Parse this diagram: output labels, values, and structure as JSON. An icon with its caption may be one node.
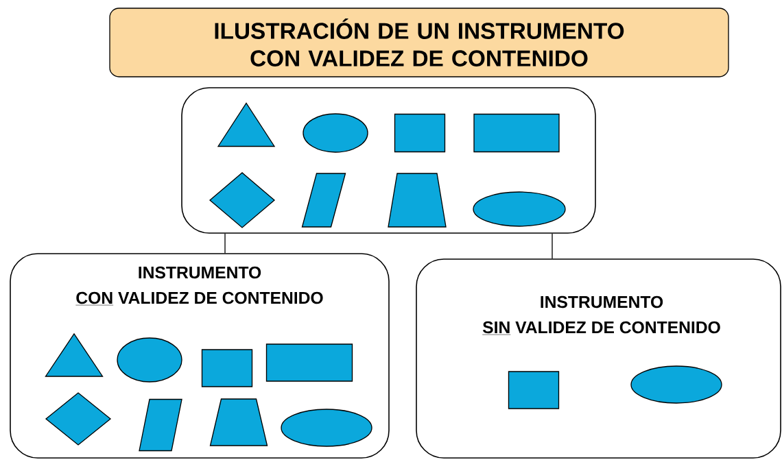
{
  "diagram": {
    "title": "ILUSTRACIÓN DE UN INSTRUMENTO CON VALIDEZ DE CONTENIDO",
    "nodes": [
      {
        "text": [],
        "shape": "box"
      },
      {
        "text": [],
        "shape": "triangle",
        "in": 0
      },
      {
        "text": [],
        "shape": "ellipse",
        "in": 0
      },
      {
        "text": [],
        "shape": "box",
        "in": 0
      },
      {
        "text": [],
        "shape": "box",
        "in": 0
      },
      {
        "text": [],
        "shape": "diamond",
        "in": 0
      },
      {
        "text": [],
        "shape": "parallelogram",
        "in": 0
      },
      {
        "text": [],
        "shape": "trapezium",
        "in": 0
      },
      {
        "text": [],
        "shape": "ellipse",
        "in": 0
      },
      {
        "text": [
          "INSTRUMENTO",
          "CON",
          "VALIDEZ DE CONTENIDO"
        ]
      },
      {
        "text": [],
        "shape": "triangle",
        "in": 9
      },
      {
        "text": [],
        "shape": "ellipse",
        "in": 9
      },
      {
        "text": [],
        "shape": "box",
        "in": 9
      },
      {
        "text": [],
        "shape": "box",
        "in": 9
      },
      {
        "text": [],
        "shape": "diamond",
        "in": 9
      },
      {
        "text": [],
        "shape": "parallelogram",
        "in": 9
      },
      {
        "text": [],
        "shape": "trapezium",
        "in": 9
      },
      {
        "text": [],
        "shape": "ellipse",
        "in": 9
      },
      {
        "text": [
          "INSTRUMENTO",
          "SIN",
          "VALIDEZ DE CONTENIDO"
        ]
      },
      {
        "text": [],
        "shape": "box",
        "in": 18
      },
      {
        "text": [],
        "shape": "ellipse",
        "in": 18
      }
    ],
    "edges": [
      {
        "from": 0,
        "to": 9,
        "arrow": "none"
      },
      {
        "from": 0,
        "to": 18,
        "arrow": "none"
      }
    ]
  }
}
